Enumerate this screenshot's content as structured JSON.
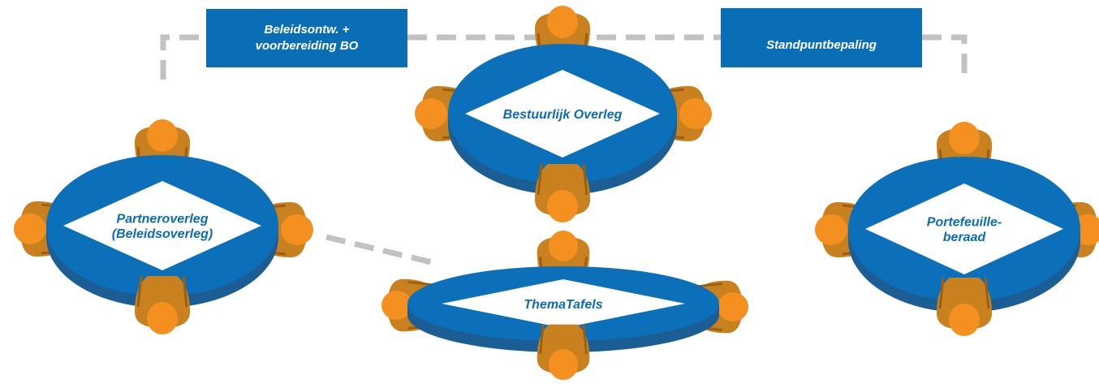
{
  "colors": {
    "table_top": "#0b6fb9",
    "table_side": "#1b5e96",
    "table_edge": "#0d4f84",
    "diamond": "#ffffff",
    "label_text": "#0b6cb4",
    "box_fill": "#0a6eb7",
    "box_text": "#ffffff",
    "connector": "#c2c2c2",
    "person_head": "#f39020",
    "person_body": "#c9801e",
    "person_shadow": "#9c5f12"
  },
  "boxes": {
    "left": "Beleidsontw. +\nvoorbereiding BO",
    "right": "Standpuntbepaling"
  },
  "tables": {
    "bestuurlijk": {
      "name": "bestuurlijk-overleg-table",
      "lines": [
        "Bestuurlijk Overleg"
      ]
    },
    "partner": {
      "name": "partneroverleg-table",
      "lines": [
        "Partneroverleg",
        "(Beleidsoverleg)"
      ]
    },
    "thema": {
      "name": "thematafels-table",
      "lines": [
        "ThemaTafels"
      ]
    },
    "portefeuille": {
      "name": "portefeuilleberaad-table",
      "lines": [
        "Portefeuille-",
        "beraad"
      ]
    }
  }
}
